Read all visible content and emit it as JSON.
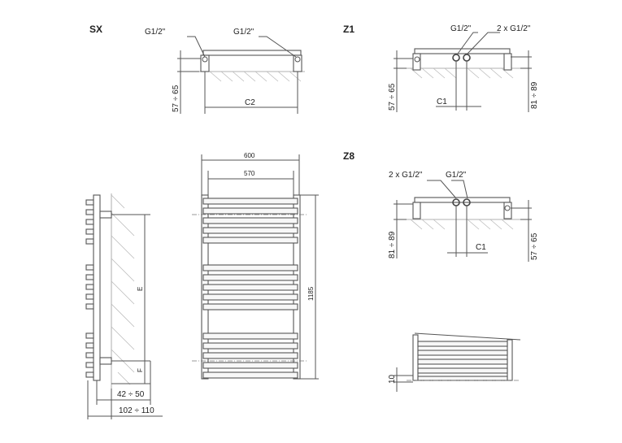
{
  "views": {
    "sx": {
      "title": "SX",
      "conn_left": "G1/2\"",
      "conn_right": "G1/2\"",
      "dim_height": "57 ÷ 65",
      "dim_c2": "C2"
    },
    "z1": {
      "title": "Z1",
      "conn_left": "G1/2\"",
      "conn_right": "2 x G1/2\"",
      "dim_left": "57 ÷ 65",
      "dim_right": "81 ÷ 89",
      "dim_c1": "C1"
    },
    "z8": {
      "title": "Z8",
      "conn_left": "2 x G1/2\"",
      "conn_right": "G1/2\"",
      "dim_left": "81 ÷ 89",
      "dim_right": "57 ÷ 65",
      "dim_c1": "C1"
    },
    "side": {
      "dim_e": "E",
      "dim_f": "F",
      "dim_depth_1": "42 ÷ 50",
      "dim_depth_2": "102 ÷ 110"
    },
    "front": {
      "width_outer": "600",
      "width_inner": "570",
      "height": "1185"
    },
    "detail": {
      "dim_10": "10"
    }
  }
}
